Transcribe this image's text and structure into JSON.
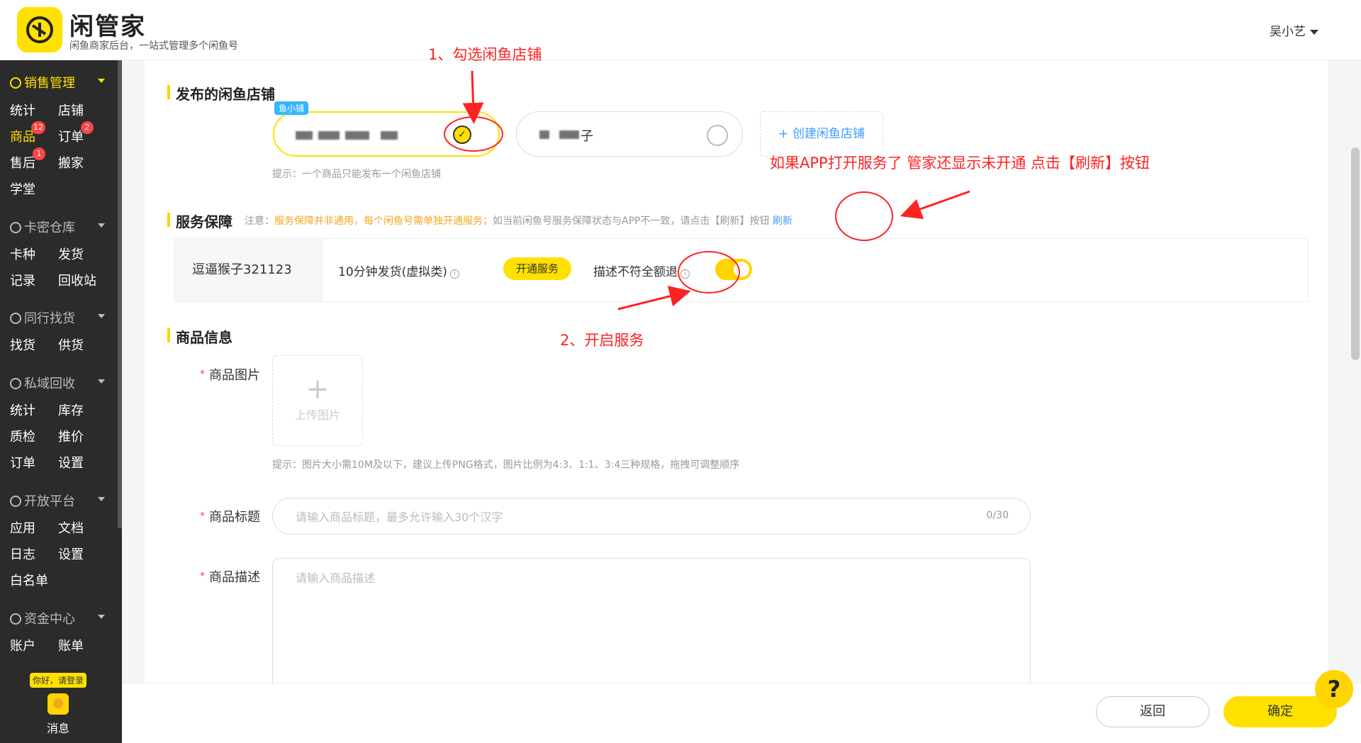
{
  "header": {
    "brand": "闲管家",
    "slogan": "闲鱼商家后台，一站式管理多个闲鱼号",
    "user": "吴小艺"
  },
  "sidebar": {
    "groups": [
      {
        "label": "销售管理",
        "items": [
          "统计",
          "店铺",
          "商品",
          "订单",
          "售后",
          "搬家",
          "学堂"
        ]
      },
      {
        "label": "卡密仓库",
        "items": [
          "卡种",
          "发货",
          "记录",
          "回收站"
        ]
      },
      {
        "label": "同行找货",
        "items": [
          "找货",
          "供货"
        ]
      },
      {
        "label": "私域回收",
        "items": [
          "统计",
          "库存",
          "质检",
          "推价",
          "订单",
          "设置"
        ]
      },
      {
        "label": "开放平台",
        "items": [
          "应用",
          "文档",
          "日志",
          "设置",
          "白名单"
        ]
      },
      {
        "label": "资金中心",
        "items": [
          "账户",
          "账单"
        ]
      }
    ],
    "badges": {
      "goods": "12",
      "orders": "2",
      "aftersale": "1"
    },
    "message": {
      "bubble": "你好，请登录",
      "label": "消息"
    }
  },
  "shops": {
    "title": "发布的闲鱼店铺",
    "tag": "鱼小铺",
    "shop2_suffix": "子",
    "create_label": "+ 创建闲鱼店铺",
    "hint": "提示：一个商品只能发布一个闲鱼店铺"
  },
  "service": {
    "title": "服务保障",
    "note_prefix": "注意：",
    "note_orange": "服务保障并非通用，每个闲鱼号需单独开通服务；",
    "note_rest": "如当前闲鱼号服务保障状态与APP不一致，请点击【刷新】按钮",
    "refresh": "刷新",
    "account": "逗逼猴子321123",
    "item1": "10分钟发货(虚拟类)",
    "open_btn": "开通服务",
    "item2": "描述不符全额退"
  },
  "goods": {
    "title": "商品信息",
    "image_label": "商品图片",
    "upload_text": "上传图片",
    "image_hint": "提示：图片大小需10M及以下，建议上传PNG格式，图片比例为4:3、1:1、3:4三种规格，拖拽可调整顺序",
    "title_label": "商品标题",
    "title_placeholder": "请输入商品标题，最多允许输入30个汉字",
    "title_counter": "0/30",
    "desc_label": "商品描述",
    "desc_placeholder": "请输入商品描述"
  },
  "footer": {
    "back": "返回",
    "ok": "确定",
    "help": "?"
  },
  "annotations": {
    "step1": "1、勾选闲鱼店铺",
    "step2": "2、开启服务",
    "refresh_tip": "如果APP打开服务了 管家还显示未开通 点击【刷新】按钮"
  },
  "colors": {
    "accent": "#ffe100",
    "sidebar": "#2b2b2b",
    "link": "#3b9bff",
    "annotation": "#ff2222"
  }
}
